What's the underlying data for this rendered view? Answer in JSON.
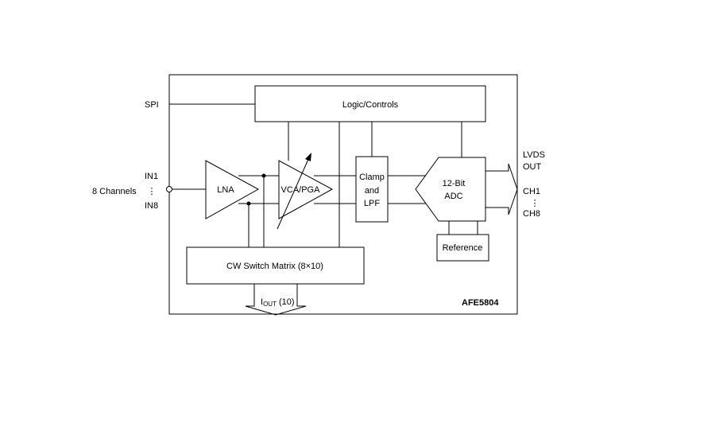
{
  "diagram": {
    "part_number": "AFE5804",
    "inputs": {
      "spi": "SPI",
      "in_first": "IN1",
      "in_last": "IN8",
      "channels": "8 Channels",
      "ellipsis": "⋮"
    },
    "blocks": {
      "logic": "Logic/Controls",
      "lna": "LNA",
      "vca": "VCA/PGA",
      "clamp_line1": "Clamp",
      "clamp_line2": "and",
      "clamp_line3": "LPF",
      "adc_line1": "12-Bit",
      "adc_line2": "ADC",
      "reference": "Reference",
      "cw_switch": "CW Switch Matrix (8×10)"
    },
    "outputs": {
      "lvds_line1": "LVDS",
      "lvds_line2": "OUT",
      "ch_first": "CH1",
      "ch_last": "CH8",
      "ellipsis": "⋮",
      "iout_main": "I",
      "iout_sub": "OUT",
      "iout_count": " (10)"
    }
  }
}
